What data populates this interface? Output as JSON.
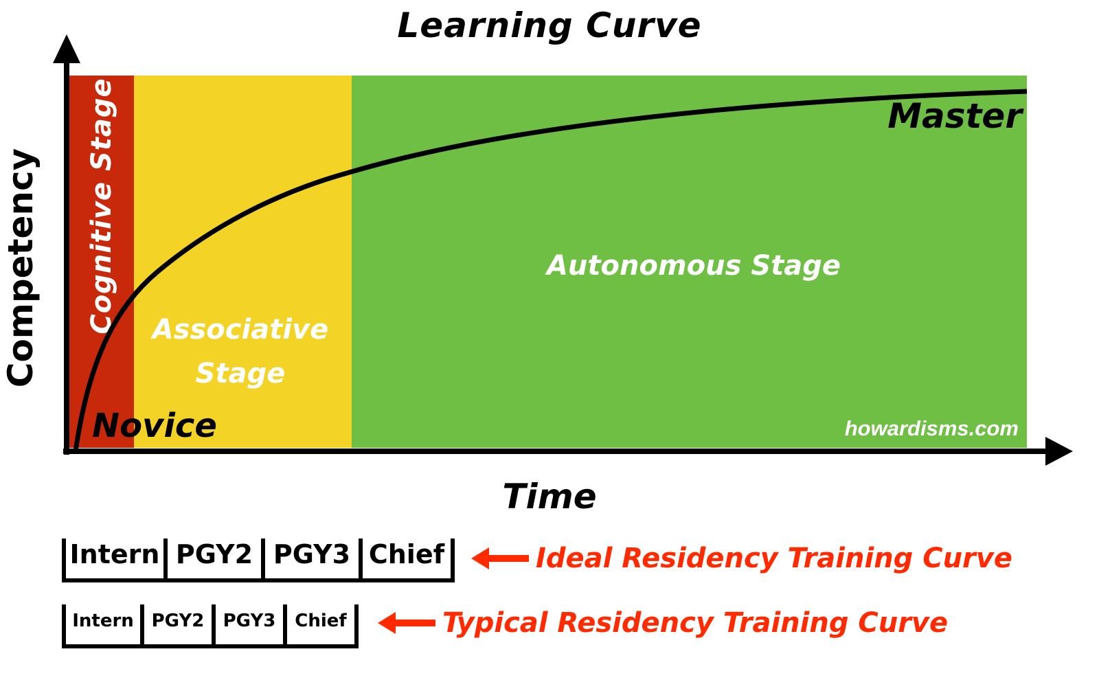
{
  "title": "Learning Curve",
  "axes": {
    "y_label": "Competency",
    "x_label": "Time"
  },
  "stages": [
    {
      "name": "Cognitive Stage",
      "color": "#c8290b",
      "x_start": 100,
      "x_end": 195
    },
    {
      "name": "Associative Stage",
      "line1": "Associative",
      "line2": "Stage",
      "color": "#f4d327",
      "x_start": 195,
      "x_end": 512
    },
    {
      "name": "Autonomous Stage",
      "color": "#6ebf43",
      "x_start": 512,
      "x_end": 1495
    }
  ],
  "curve_labels": {
    "start": "Novice",
    "end": "Master"
  },
  "watermark": "howardisms.com",
  "residency": {
    "ideal": {
      "segments": [
        "Intern",
        "PGY2",
        "PGY3",
        "Chief"
      ],
      "caption": "Ideal Residency Training Curve"
    },
    "typical": {
      "segments": [
        "Intern",
        "PGY2",
        "PGY3",
        "Chief"
      ],
      "caption": "Typical Residency Training Curve"
    }
  },
  "colors": {
    "axis": "#000000",
    "curve": "#000000",
    "annotation": "#ff2a00",
    "stage_text": "#ffffff"
  },
  "chart_data": {
    "type": "line",
    "title": "Learning Curve",
    "xlabel": "Time",
    "ylabel": "Competency",
    "grid": false,
    "series": [
      {
        "name": "Learning curve",
        "description": "Logarithmic-style rise from Novice to Master",
        "x": [
          0,
          0.03,
          0.06,
          0.1,
          0.2,
          0.3,
          0.5,
          0.7,
          1.0
        ],
        "y": [
          0,
          0.25,
          0.4,
          0.5,
          0.69,
          0.78,
          0.87,
          0.93,
          0.96
        ]
      }
    ],
    "regions": [
      {
        "label": "Cognitive Stage",
        "x_range": [
          0,
          0.07
        ]
      },
      {
        "label": "Associative Stage",
        "x_range": [
          0.07,
          0.3
        ]
      },
      {
        "label": "Autonomous Stage",
        "x_range": [
          0.3,
          1.0
        ]
      }
    ],
    "annotations": [
      "Novice",
      "Master",
      "howardisms.com"
    ]
  }
}
